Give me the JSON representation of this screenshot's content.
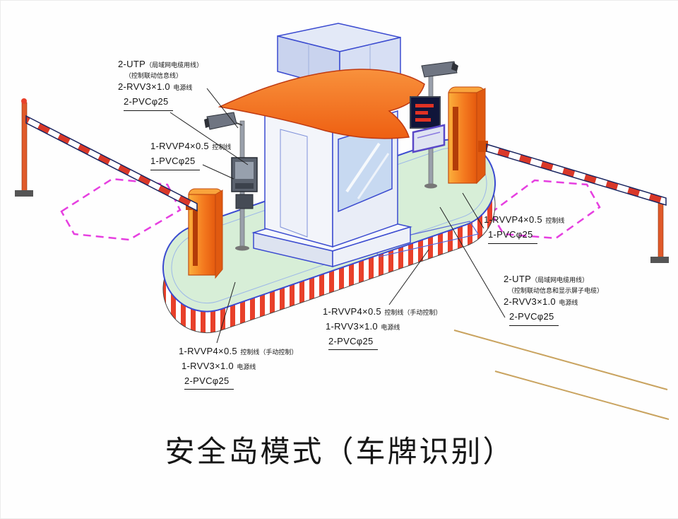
{
  "title": "安全岛模式（车牌识别）",
  "labels": {
    "top_left": {
      "l1_main": "2-UTP",
      "l1_note": "（局域网电缆用线）",
      "l2_note": "（控制联动信息线）",
      "l3_main": "2-RVV3×1.0",
      "l3_note": "电源线",
      "l4_main": "2-PVCφ25"
    },
    "left_mid": {
      "l1_main": "1-RVVP4×0.5",
      "l1_note": "控制线",
      "l2_main": "1-PVCφ25"
    },
    "bottom_left": {
      "l1_main": "1-RVVP4×0.5",
      "l1_note": "控制线（手动控制）",
      "l2_main": "1-RVV3×1.0",
      "l2_note": "电源线",
      "l3_main": "2-PVCφ25"
    },
    "center_bottom": {
      "l1_main": "1-RVVP4×0.5",
      "l1_note": "控制线（手动控制）",
      "l2_main": "1-RVV3×1.0",
      "l2_note": "电源线",
      "l3_main": "2-PVCφ25"
    },
    "right_mid": {
      "l1_main": "1-RVVP4×0.5",
      "l1_note": "控制线",
      "l2_main": "1-PVCφ25"
    },
    "right": {
      "l1_main": "2-UTP",
      "l1_note": "（局域网电缆用线）",
      "l2_note": "（控制联动信息和显示屏子电缆）",
      "l3_main": "2-RVV3×1.0",
      "l3_note": "电源线",
      "l4_main": "2-PVCφ25"
    }
  },
  "colors": {
    "outline_blue": "#3b4bd0",
    "island_green": "#d7eed7",
    "stripe_red": "#e8402a",
    "canopy_orange": "#f4731f",
    "cabinet_orange": "#f08020",
    "loop_magenta": "#e63fe0"
  }
}
